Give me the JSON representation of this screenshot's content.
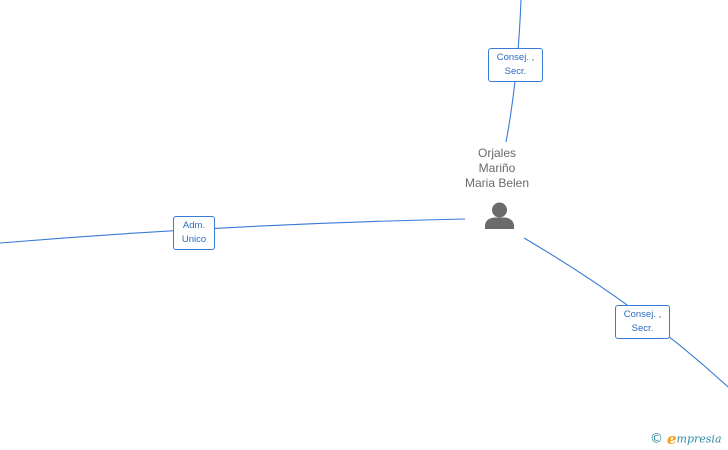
{
  "person": {
    "name_lines": [
      "Orjales",
      "Mariño",
      "Maria Belen"
    ],
    "icon": "person-silhouette-icon"
  },
  "relations": [
    {
      "role_lines": [
        "Consej. ,",
        "Secr."
      ]
    },
    {
      "role_lines": [
        "Adm.",
        "Unico"
      ]
    },
    {
      "role_lines": [
        "Consej. ,",
        "Secr."
      ]
    }
  ],
  "watermark": {
    "copyright_symbol": "©",
    "brand_initial": "e",
    "brand_rest": "mpresia"
  },
  "colors": {
    "edge": "#3a7bd5",
    "label_text": "#2b6cc4",
    "person_text": "#6b6b6b",
    "person_icon": "#6b6b6b",
    "brand_accent": "#f39c12",
    "brand_text": "#2e8aa8"
  }
}
